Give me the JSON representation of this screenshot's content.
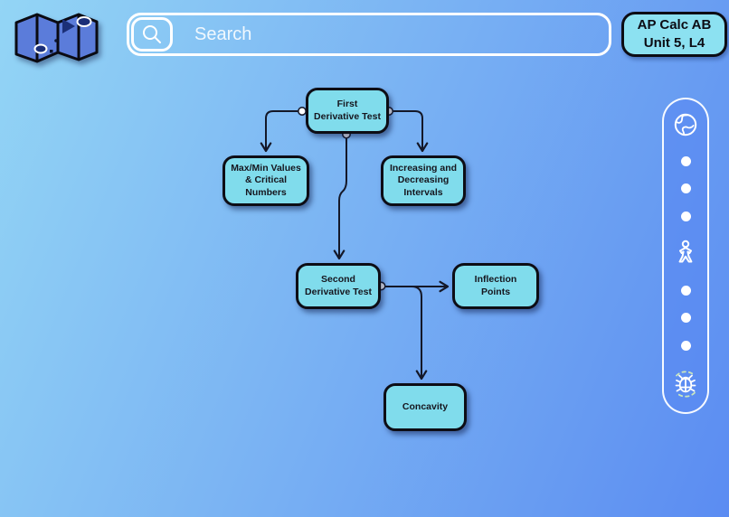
{
  "app": {
    "badge": {
      "line1": "AP Calc AB",
      "line2": "Unit 5, L4"
    }
  },
  "search": {
    "placeholder": "Search",
    "icon": "magnifier-icon"
  },
  "logo": {
    "icon": "folded-map-logo"
  },
  "toolbar": {
    "icons": [
      "globe-icon",
      "dot",
      "dot",
      "dot",
      "child-figure-icon",
      "dot",
      "dot",
      "dot",
      "debug-bug-icon"
    ]
  },
  "diagram": {
    "nodes": [
      {
        "id": "first-derivative-test",
        "label": "First Derivative Test"
      },
      {
        "id": "max-min-values",
        "label": "Max/Min Values & Critical Numbers"
      },
      {
        "id": "increasing-decreasing",
        "label": "Increasing and Decreasing Intervals"
      },
      {
        "id": "second-derivative-test",
        "label": "Second Derivative Test"
      },
      {
        "id": "inflection-points",
        "label": "Inflection Points"
      },
      {
        "id": "concavity",
        "label": "Concavity"
      }
    ],
    "edges": [
      {
        "from": "first-derivative-test",
        "to": "max-min-values"
      },
      {
        "from": "first-derivative-test",
        "to": "increasing-decreasing"
      },
      {
        "from": "first-derivative-test",
        "to": "second-derivative-test"
      },
      {
        "from": "second-derivative-test",
        "to": "inflection-points"
      },
      {
        "from": "second-derivative-test",
        "to": "concavity"
      }
    ]
  },
  "colors": {
    "background_start": "#93d5f5",
    "background_end": "#5b8cf2",
    "node_fill": "#80dcec",
    "node_border": "#0d0d15",
    "edge": "#141828",
    "badge_fill": "#8ce1f1",
    "toolbar_border": "#ffffff",
    "bug_arc_green": "#c9e6bd",
    "logo_panel_blue": "#5b7cda",
    "logo_marker_navy": "#1b2f78"
  }
}
